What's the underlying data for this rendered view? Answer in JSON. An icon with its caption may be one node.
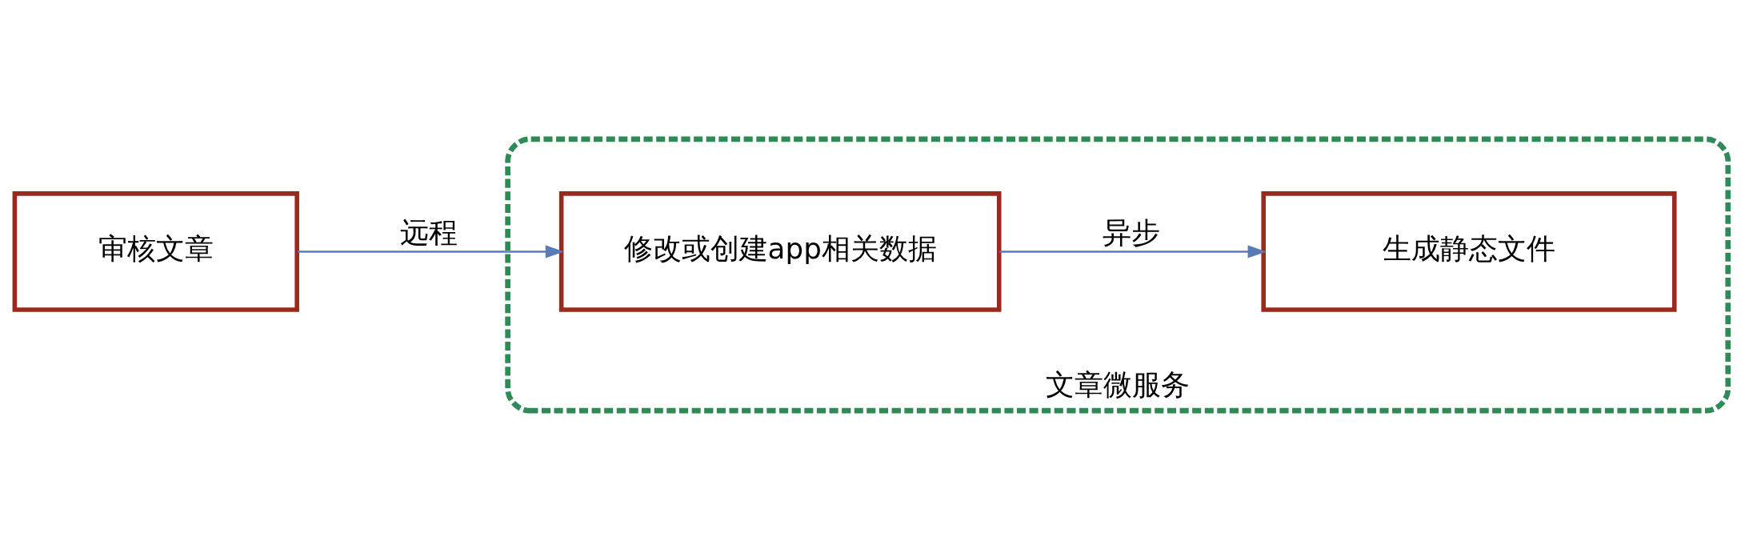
{
  "diagram": {
    "nodes": [
      {
        "text": [
          "审核文章"
        ]
      },
      {
        "text": [
          "文章微服务"
        ]
      },
      {
        "text": [
          "修改或创建app相关数据"
        ],
        "in": 1
      },
      {
        "text": [
          "生成静态文件"
        ],
        "in": 1
      }
    ],
    "edges": [
      {
        "from": 0,
        "to": 2,
        "arrow": "to",
        "label": "远程"
      },
      {
        "from": 2,
        "to": 3,
        "arrow": "to",
        "label": "异步"
      }
    ]
  }
}
